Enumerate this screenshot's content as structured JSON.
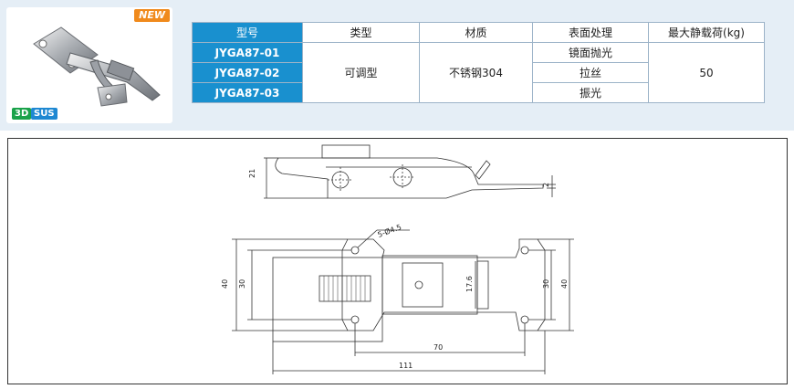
{
  "product": {
    "new_badge": "NEW",
    "badges": {
      "three_d": "3D",
      "material": "SUS"
    }
  },
  "table": {
    "headers": [
      "型号",
      "类型",
      "材质",
      "表面处理",
      "最大静载荷(kg)"
    ],
    "models": [
      "JYGA87-01",
      "JYGA87-02",
      "JYGA87-03"
    ],
    "type": "可调型",
    "material": "不锈钢304",
    "finishes": [
      "镜面抛光",
      "拉丝",
      "振光"
    ],
    "max_load": "50"
  },
  "dimensions": {
    "side_height": "21",
    "thickness": "2",
    "hole": "5-Ø4.5",
    "outer_height": "40",
    "inner_height": "30",
    "slot_height": "17.6",
    "inner_length": "70",
    "overall_length": "111"
  },
  "colors": {
    "header_blue": "#1990cf",
    "panel_bg": "#e5eef6",
    "new_orange": "#f08a1c"
  }
}
